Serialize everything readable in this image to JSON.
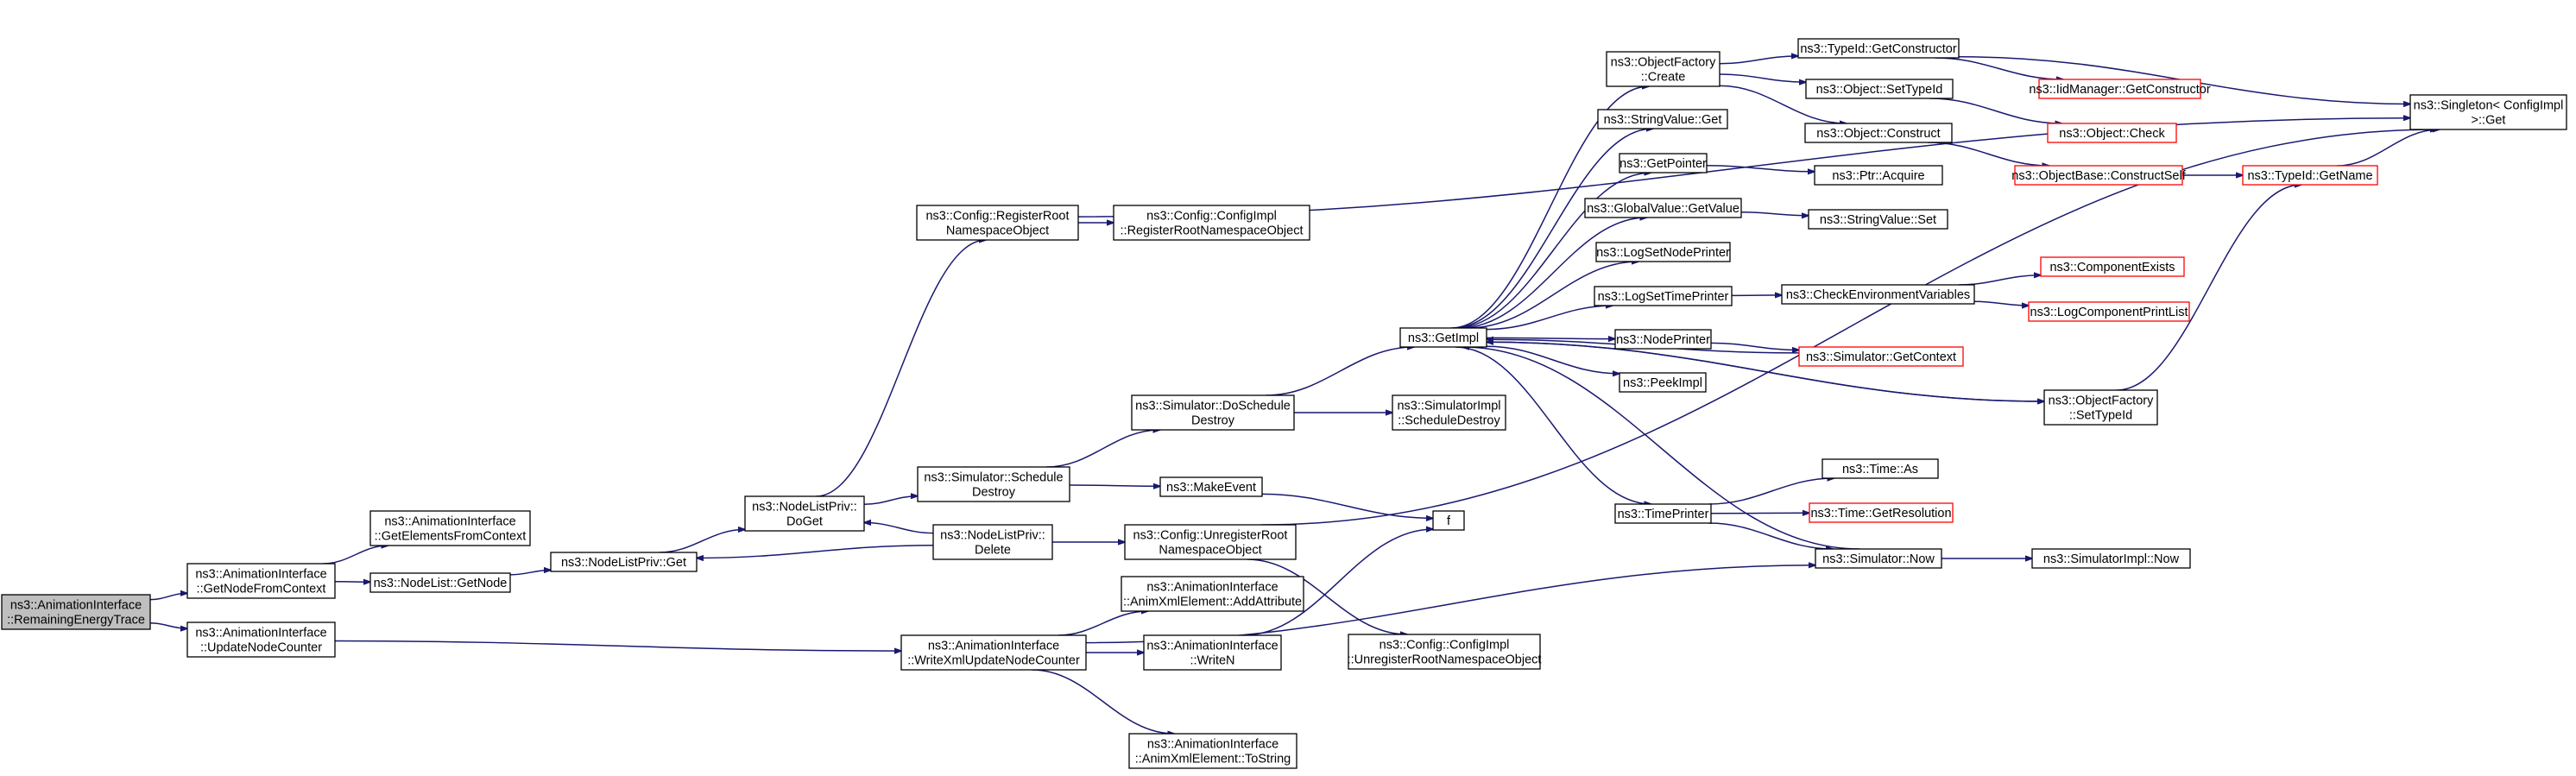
{
  "colors": {
    "edge": "#191970",
    "box_border": "#000000",
    "box_fill": "#ffffff",
    "root_fill": "#bfbfbf",
    "truncated_border": "#ff0000"
  },
  "nodes": [
    {
      "id": "remaining",
      "lines": [
        "ns3::AnimationInterface",
        "::RemainingEnergyTrace"
      ],
      "root": true
    },
    {
      "id": "getnodefromctx",
      "lines": [
        "ns3::AnimationInterface",
        "::GetNodeFromContext"
      ]
    },
    {
      "id": "updatenodecounter",
      "lines": [
        "ns3::AnimationInterface",
        "::UpdateNodeCounter"
      ]
    },
    {
      "id": "getelements",
      "lines": [
        "ns3::AnimationInterface",
        "::GetElementsFromContext"
      ]
    },
    {
      "id": "nodelist_getnode",
      "lines": [
        "ns3::NodeList::GetNode"
      ]
    },
    {
      "id": "nodelistpriv_get",
      "lines": [
        "ns3::NodeListPriv::Get"
      ]
    },
    {
      "id": "nodelistpriv_doget",
      "lines": [
        "ns3::NodeListPriv::",
        "DoGet"
      ]
    },
    {
      "id": "nodelistpriv_delete",
      "lines": [
        "ns3::NodeListPriv::",
        "Delete"
      ]
    },
    {
      "id": "writexmlupdate",
      "lines": [
        "ns3::AnimationInterface",
        "::WriteXmlUpdateNodeCounter"
      ]
    },
    {
      "id": "config_register",
      "lines": [
        "ns3::Config::RegisterRoot",
        "NamespaceObject"
      ]
    },
    {
      "id": "configimpl_register",
      "lines": [
        "ns3::Config::ConfigImpl",
        "::RegisterRootNamespaceObject"
      ]
    },
    {
      "id": "sim_scheduledestroy",
      "lines": [
        "ns3::Simulator::Schedule",
        "Destroy"
      ]
    },
    {
      "id": "sim_doscheduledestroy",
      "lines": [
        "ns3::Simulator::DoSchedule",
        "Destroy"
      ]
    },
    {
      "id": "simimpl_scheduledestroy",
      "lines": [
        "ns3::SimulatorImpl",
        "::ScheduleDestroy"
      ]
    },
    {
      "id": "makeevent",
      "lines": [
        "ns3::MakeEvent"
      ]
    },
    {
      "id": "f",
      "lines": [
        "f"
      ]
    },
    {
      "id": "config_unregister",
      "lines": [
        "ns3::Config::UnregisterRoot",
        "NamespaceObject"
      ]
    },
    {
      "id": "configimpl_unregister",
      "lines": [
        "ns3::Config::ConfigImpl",
        "::UnregisterRootNamespaceObject"
      ]
    },
    {
      "id": "addattribute",
      "lines": [
        "ns3::AnimationInterface",
        "::AnimXmlElement::AddAttribute"
      ]
    },
    {
      "id": "writen",
      "lines": [
        "ns3::AnimationInterface",
        "::WriteN"
      ]
    },
    {
      "id": "tostring",
      "lines": [
        "ns3::AnimationInterface",
        "::AnimXmlElement::ToString"
      ]
    },
    {
      "id": "getimpl",
      "lines": [
        "ns3::GetImpl"
      ]
    },
    {
      "id": "objfactory_create",
      "lines": [
        "ns3::ObjectFactory",
        "::Create"
      ]
    },
    {
      "id": "stringvalue_get",
      "lines": [
        "ns3::StringValue::Get"
      ]
    },
    {
      "id": "getpointer",
      "lines": [
        "ns3::GetPointer"
      ]
    },
    {
      "id": "globalvalue_getvalue",
      "lines": [
        "ns3::GlobalValue::GetValue"
      ]
    },
    {
      "id": "logsetnodeprinter",
      "lines": [
        "ns3::LogSetNodePrinter"
      ]
    },
    {
      "id": "logsettimeprinter",
      "lines": [
        "ns3::LogSetTimePrinter"
      ]
    },
    {
      "id": "nodeprinter",
      "lines": [
        "ns3::NodePrinter"
      ]
    },
    {
      "id": "peekimpl",
      "lines": [
        "ns3::PeekImpl"
      ]
    },
    {
      "id": "timeprinter",
      "lines": [
        "ns3::TimePrinter"
      ]
    },
    {
      "id": "typeid_getconstructor",
      "lines": [
        "ns3::TypeId::GetConstructor"
      ]
    },
    {
      "id": "object_settypeid",
      "lines": [
        "ns3::Object::SetTypeId"
      ]
    },
    {
      "id": "object_construct",
      "lines": [
        "ns3::Object::Construct"
      ]
    },
    {
      "id": "ptr_acquire",
      "lines": [
        "ns3::Ptr::Acquire"
      ]
    },
    {
      "id": "stringvalue_set",
      "lines": [
        "ns3::StringValue::Set"
      ]
    },
    {
      "id": "checkenvvars",
      "lines": [
        "ns3::CheckEnvironmentVariables"
      ]
    },
    {
      "id": "sim_getcontext",
      "lines": [
        "ns3::Simulator::GetContext"
      ],
      "truncated": true
    },
    {
      "id": "objfactory_settypeid",
      "lines": [
        "ns3::ObjectFactory",
        "::SetTypeId"
      ]
    },
    {
      "id": "time_as",
      "lines": [
        "ns3::Time::As"
      ]
    },
    {
      "id": "time_getresolution",
      "lines": [
        "ns3::Time::GetResolution"
      ],
      "truncated": true
    },
    {
      "id": "sim_now",
      "lines": [
        "ns3::Simulator::Now"
      ]
    },
    {
      "id": "simimpl_now",
      "lines": [
        "ns3::SimulatorImpl::Now"
      ]
    },
    {
      "id": "iidmanager_getconstructor",
      "lines": [
        "ns3::IidManager::GetConstructor"
      ],
      "truncated": true
    },
    {
      "id": "object_check",
      "lines": [
        "ns3::Object::Check"
      ],
      "truncated": true
    },
    {
      "id": "objectbase_constructself",
      "lines": [
        "ns3::ObjectBase::ConstructSelf"
      ],
      "truncated": true
    },
    {
      "id": "componentexists",
      "lines": [
        "ns3::ComponentExists"
      ],
      "truncated": true
    },
    {
      "id": "logcomponentprintlist",
      "lines": [
        "ns3::LogComponentPrintList"
      ],
      "truncated": true
    },
    {
      "id": "typeid_getname",
      "lines": [
        "ns3::TypeId::GetName"
      ],
      "truncated": true
    },
    {
      "id": "singleton_get",
      "lines": [
        "ns3::Singleton< ConfigImpl",
        " >::Get"
      ]
    }
  ],
  "edges": [
    [
      "remaining",
      "getnodefromctx"
    ],
    [
      "remaining",
      "updatenodecounter"
    ],
    [
      "getnodefromctx",
      "getelements"
    ],
    [
      "getnodefromctx",
      "nodelist_getnode"
    ],
    [
      "nodelist_getnode",
      "nodelistpriv_get"
    ],
    [
      "nodelistpriv_get",
      "nodelistpriv_doget"
    ],
    [
      "nodelistpriv_doget",
      "config_register"
    ],
    [
      "nodelistpriv_doget",
      "sim_scheduledestroy"
    ],
    [
      "nodelistpriv_delete",
      "nodelistpriv_doget"
    ],
    [
      "nodelistpriv_delete",
      "nodelistpriv_get"
    ],
    [
      "nodelistpriv_delete",
      "config_unregister"
    ],
    [
      "config_register",
      "configimpl_register"
    ],
    [
      "config_register",
      "singleton_get"
    ],
    [
      "sim_scheduledestroy",
      "sim_doscheduledestroy"
    ],
    [
      "sim_scheduledestroy",
      "makeevent"
    ],
    [
      "sim_doscheduledestroy",
      "getimpl"
    ],
    [
      "sim_doscheduledestroy",
      "simimpl_scheduledestroy"
    ],
    [
      "makeevent",
      "f"
    ],
    [
      "config_unregister",
      "configimpl_unregister"
    ],
    [
      "config_unregister",
      "singleton_get"
    ],
    [
      "updatenodecounter",
      "writexmlupdate"
    ],
    [
      "writexmlupdate",
      "addattribute"
    ],
    [
      "writexmlupdate",
      "writen"
    ],
    [
      "writexmlupdate",
      "tostring"
    ],
    [
      "writexmlupdate",
      "sim_now"
    ],
    [
      "writen",
      "f"
    ],
    [
      "getimpl",
      "objfactory_create"
    ],
    [
      "getimpl",
      "stringvalue_get"
    ],
    [
      "getimpl",
      "getpointer"
    ],
    [
      "getimpl",
      "globalvalue_getvalue"
    ],
    [
      "getimpl",
      "logsetnodeprinter"
    ],
    [
      "getimpl",
      "logsettimeprinter"
    ],
    [
      "getimpl",
      "nodeprinter"
    ],
    [
      "getimpl",
      "peekimpl"
    ],
    [
      "getimpl",
      "timeprinter"
    ],
    [
      "getimpl",
      "objfactory_settypeid"
    ],
    [
      "objfactory_create",
      "typeid_getconstructor"
    ],
    [
      "objfactory_create",
      "object_settypeid"
    ],
    [
      "objfactory_create",
      "object_construct"
    ],
    [
      "typeid_getconstructor",
      "iidmanager_getconstructor"
    ],
    [
      "typeid_getconstructor",
      "singleton_get"
    ],
    [
      "object_settypeid",
      "object_check"
    ],
    [
      "object_construct",
      "objectbase_constructself"
    ],
    [
      "objectbase_constructself",
      "typeid_getname"
    ],
    [
      "typeid_getname",
      "singleton_get"
    ],
    [
      "getpointer",
      "ptr_acquire"
    ],
    [
      "globalvalue_getvalue",
      "stringvalue_set"
    ],
    [
      "logsettimeprinter",
      "checkenvvars"
    ],
    [
      "checkenvvars",
      "componentexists"
    ],
    [
      "checkenvvars",
      "logcomponentprintlist"
    ],
    [
      "nodeprinter",
      "sim_getcontext"
    ],
    [
      "sim_getcontext",
      "getimpl"
    ],
    [
      "objfactory_settypeid",
      "typeid_getname"
    ],
    [
      "objfactory_settypeid",
      "getimpl"
    ],
    [
      "timeprinter",
      "time_as"
    ],
    [
      "timeprinter",
      "time_getresolution"
    ],
    [
      "timeprinter",
      "sim_now"
    ],
    [
      "sim_now",
      "getimpl"
    ],
    [
      "sim_now",
      "simimpl_now"
    ]
  ]
}
